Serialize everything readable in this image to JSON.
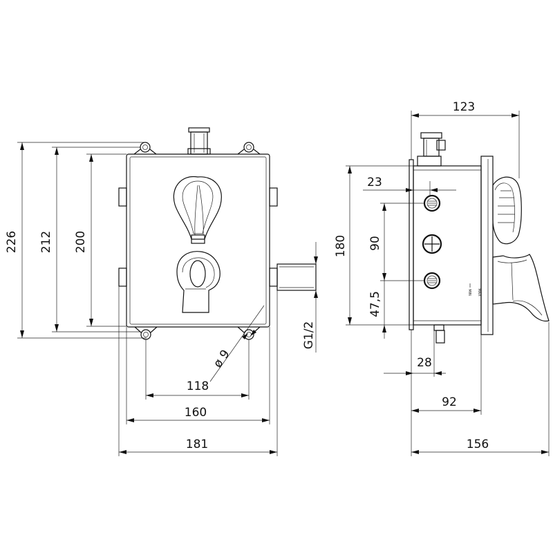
{
  "front_view": {
    "dims": {
      "height_outer": "226",
      "height_mid": "212",
      "height_inner": "200",
      "width_holes": "118",
      "width_body": "160",
      "width_total": "181",
      "hole_dia": "ø 9",
      "outlet_thread": "G1/2"
    }
  },
  "side_view": {
    "dims": {
      "depth_total": "123",
      "depth_port": "23",
      "height_body": "180",
      "port_spacing": "90",
      "bottom_offset": "47,5",
      "bottom_depth": "28",
      "depth_body": "92",
      "depth_with_handle": "156"
    },
    "labels": {
      "min": "MIN",
      "max": "MAX"
    }
  }
}
